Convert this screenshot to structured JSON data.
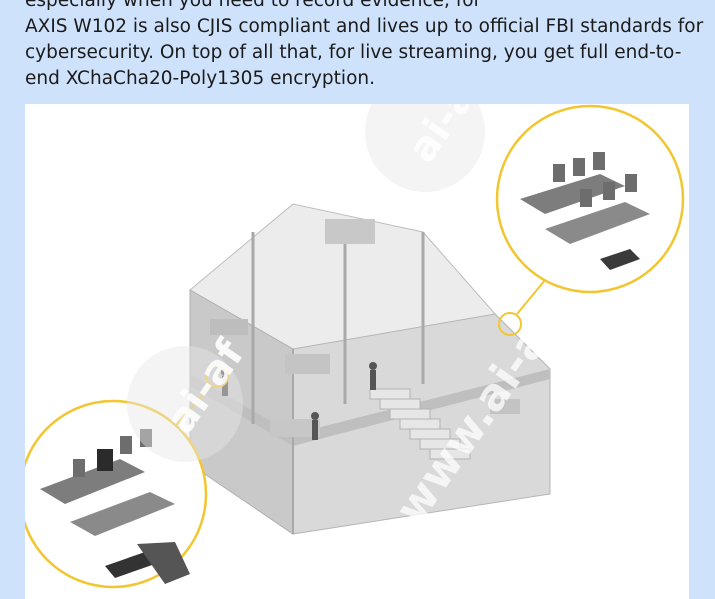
{
  "article": {
    "lines": [
      "especially when you need to record evidence, for",
      "AXIS W102 is also CJIS compliant and lives up to official FBI standards for",
      "cybersecurity. On top of all that, for live streaming, you get full end-to-",
      "end XChaCha20-Poly1305 encryption."
    ]
  },
  "figure": {
    "watermarks": [
      "ai-af",
      "ai-af",
      "www.ai-af"
    ]
  },
  "colors": {
    "page_background": "#cfe2fb",
    "callout_ring": "#f2c630",
    "building_gray": "#d2d2d2",
    "dark_device": "#3a3a3a"
  }
}
